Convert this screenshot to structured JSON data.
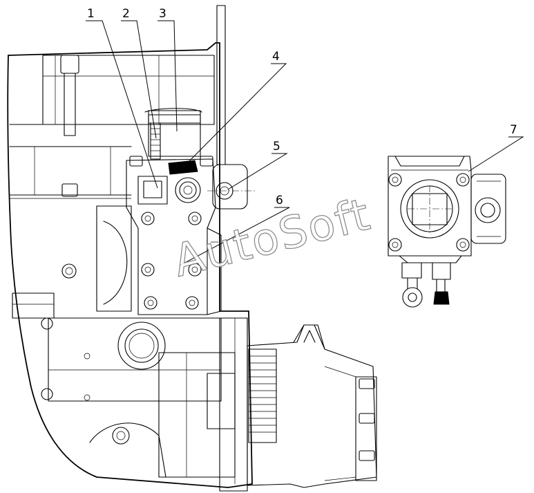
{
  "callouts": [
    {
      "id": "1",
      "label": "1"
    },
    {
      "id": "2",
      "label": "2"
    },
    {
      "id": "3",
      "label": "3"
    },
    {
      "id": "4",
      "label": "4"
    },
    {
      "id": "5",
      "label": "5"
    },
    {
      "id": "6",
      "label": "6"
    },
    {
      "id": "7",
      "label": "7"
    }
  ],
  "watermark": "AutoSoft"
}
